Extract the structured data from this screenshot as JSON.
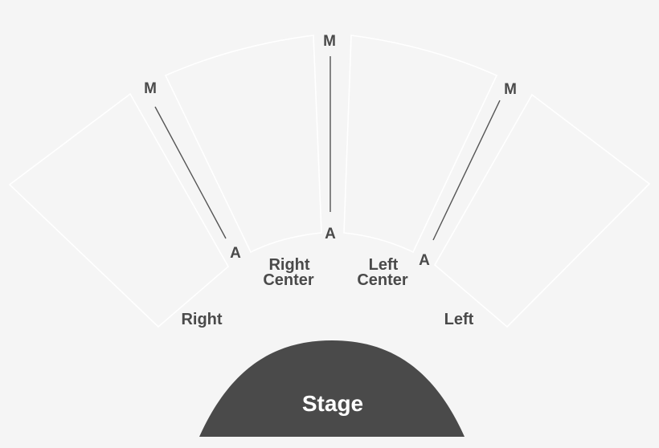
{
  "venue_map": {
    "background": "#f5f5f5",
    "stage": {
      "label": "Stage",
      "color": "#4a4a4a"
    },
    "sections": [
      {
        "id": "right",
        "label": "Right"
      },
      {
        "id": "right-center",
        "label_line1": "Right",
        "label_line2": "Center"
      },
      {
        "id": "left-center",
        "label_line1": "Left",
        "label_line2": "Center"
      },
      {
        "id": "left",
        "label": "Left"
      }
    ],
    "row_markers": [
      {
        "aisle": "right",
        "front": "A",
        "back": "M"
      },
      {
        "aisle": "center",
        "front": "A",
        "back": "M"
      },
      {
        "aisle": "left",
        "front": "A",
        "back": "M"
      }
    ]
  }
}
